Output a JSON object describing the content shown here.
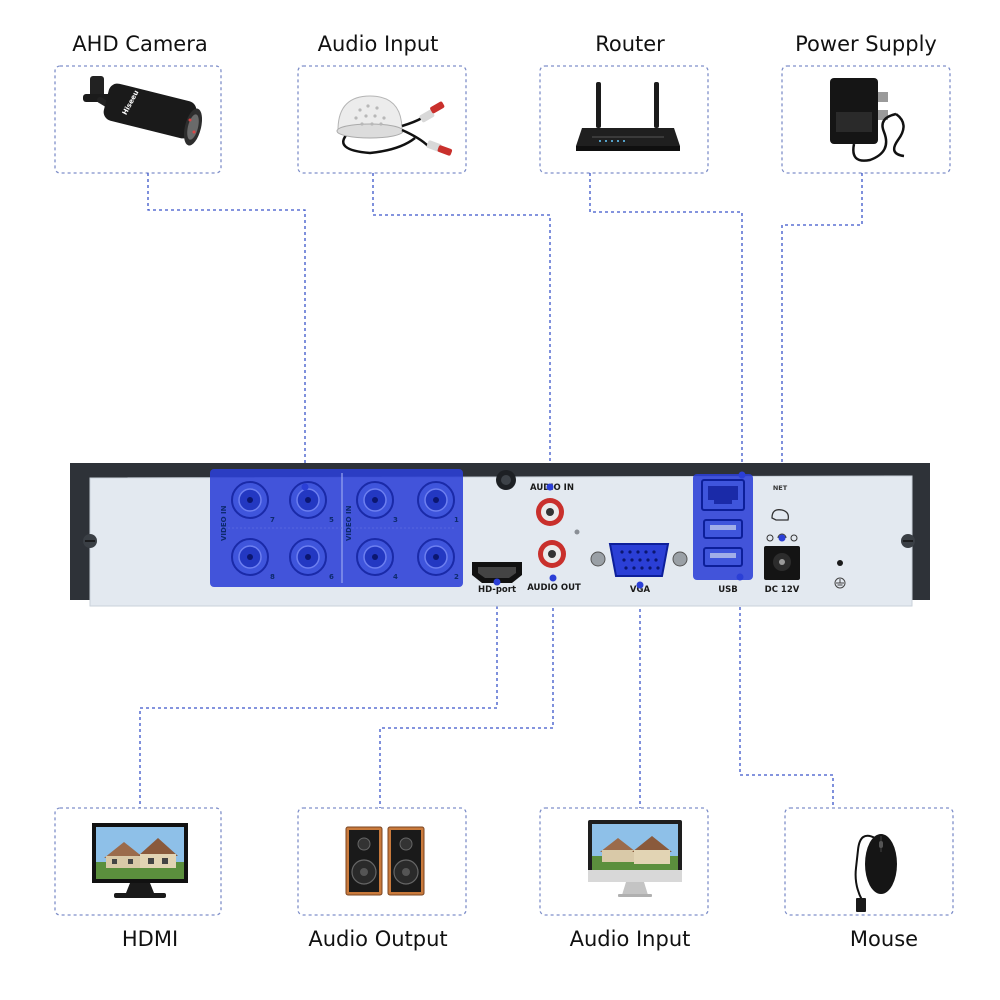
{
  "devices_top": [
    {
      "label": "AHD Camera",
      "icon": "camera-icon"
    },
    {
      "label": "Audio Input",
      "icon": "microphone-icon"
    },
    {
      "label": "Router",
      "icon": "router-icon"
    },
    {
      "label": "Power Supply",
      "icon": "power-adapter-icon"
    }
  ],
  "devices_bottom": [
    {
      "label": "HDMI",
      "icon": "monitor-icon"
    },
    {
      "label": "Audio Output",
      "icon": "speakers-icon"
    },
    {
      "label": "Audio Input",
      "icon": "computer-icon"
    },
    {
      "label": "Mouse",
      "icon": "mouse-icon"
    }
  ],
  "dvr": {
    "ports": {
      "video_in": "VIDEO IN",
      "audio_in": "AUDIO IN",
      "audio_out": "AUDIO OUT",
      "hd_port": "HD-port",
      "vga": "VGA",
      "usb": "USB",
      "net": "NET",
      "dc": "DC 12V"
    },
    "bnc_numbers": [
      "7",
      "5",
      "3",
      "1",
      "8",
      "6",
      "4",
      "2"
    ]
  },
  "camera_brand": "Hiseeu",
  "colors": {
    "connector_line": "#3a55c9",
    "box_border": "#7f8fc9",
    "highlight": "#2b3fd6",
    "dvr_frame": "#2e3238",
    "dvr_panel": "#e3e9f0"
  }
}
